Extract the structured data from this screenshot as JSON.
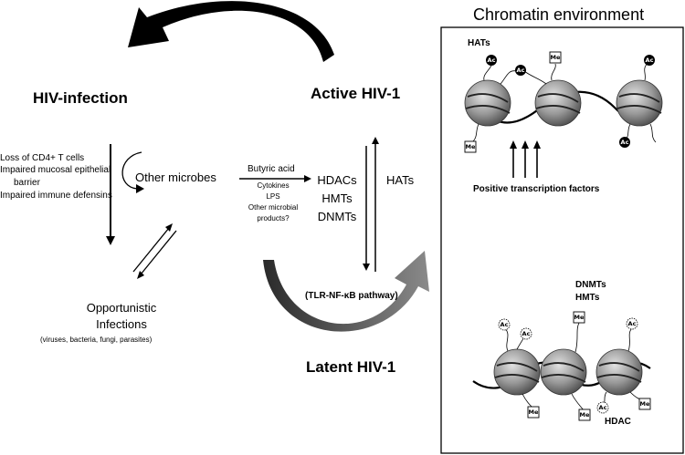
{
  "panel": {
    "title": "Chromatin environment",
    "top_enzyme": "HATs",
    "top_caption": "Positive transcription factors",
    "bottom_enzymes_1": "DNMTs",
    "bottom_enzymes_2": "HMTs",
    "bottom_enzyme_hdac": "HDAC",
    "mark_ac": "Ac",
    "mark_me": "Me"
  },
  "left": {
    "hiv_infection": "HIV-infection",
    "effects": [
      "Loss of CD4+ T cells",
      "Impaired mucosal epithelial",
      "barrier",
      "Impaired immune defensins"
    ],
    "other_microbes": "Other microbes",
    "opportunistic_1": "Opportunistic",
    "opportunistic_2": "Infections",
    "opportunistic_sub": "(viruses, bacteria, fungi, parasites)"
  },
  "middle": {
    "products": [
      "Butyric acid",
      "Cytokines",
      "LPS",
      "Other microbial",
      "products?"
    ],
    "enzymes": [
      "HDACs",
      "HMTs",
      "DNMTs"
    ],
    "hats": "HATs",
    "pathway": "(TLR-NF-κB pathway)",
    "active": "Active HIV-1",
    "latent": "Latent HIV-1"
  }
}
